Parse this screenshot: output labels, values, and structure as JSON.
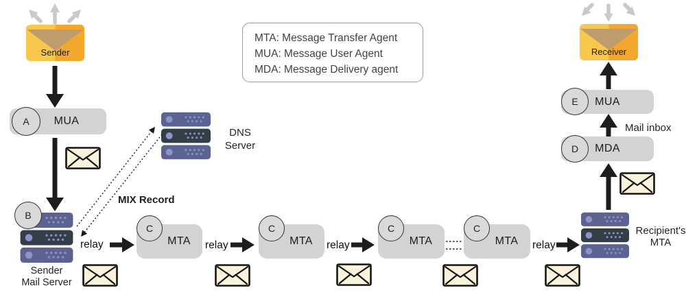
{
  "legend": {
    "lines": [
      "MTA: Message Transfer Agent",
      "MUA: Message User Agent",
      "MDA: Message Delivery agent"
    ]
  },
  "endpoints": {
    "sender": "Sender",
    "receiver": "Receiver"
  },
  "agents": {
    "mua_sender": {
      "badge": "A",
      "label": "MUA"
    },
    "mail_server": {
      "badge": "B"
    },
    "mta_chain": [
      {
        "badge": "C",
        "label": "MTA"
      },
      {
        "badge": "C",
        "label": "MTA"
      },
      {
        "badge": "C",
        "label": "MTA"
      },
      {
        "badge": "C",
        "label": "MTA"
      }
    ],
    "mda": {
      "badge": "D",
      "label": "MDA"
    },
    "mua_receiver": {
      "badge": "E",
      "label": "MUA"
    }
  },
  "labels": {
    "relay": "relay",
    "mix_record": "MIX Record",
    "mail_inbox": "Mail inbox",
    "dns_server": [
      "DNS",
      "Server"
    ],
    "sender_mail_server": [
      "Sender",
      "Mail Server"
    ],
    "recipients_mta": [
      "Recipient's",
      "MTA"
    ]
  },
  "icons": {
    "mail": "envelope-icon",
    "server": "server-rack-icon",
    "arrow": "arrow-icon"
  },
  "colors": {
    "box_gray": "#d3d3d4",
    "badge_fill": "#d9d9d9",
    "server_bar": "#5c6390",
    "server_bar_dark": "#333e49",
    "server_dot": "#8b93c8",
    "envelope_body_light": "#f8c74b",
    "envelope_body_dark": "#f3a72c",
    "envelope_flap": "#bf9c6d",
    "small_mail_fill": "#faf2da",
    "arrow_black": "#1d1d1d",
    "arrow_gray": "#c9c9c9"
  }
}
